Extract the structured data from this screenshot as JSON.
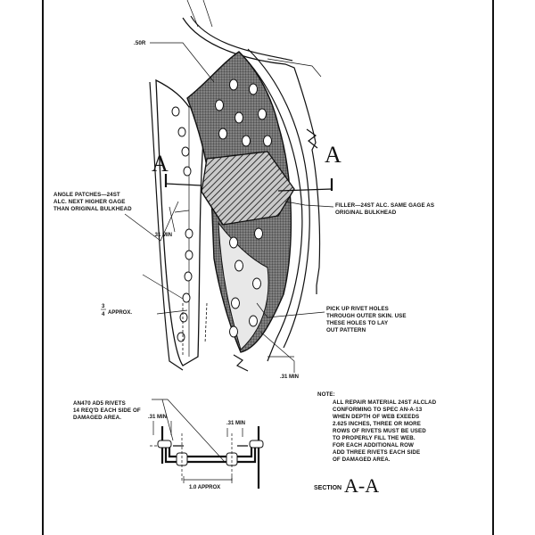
{
  "labels": {
    "radius": ".50R",
    "section_mark_left": "A",
    "section_mark_right": "A",
    "angle_patches": [
      "ANGLE PATCHES—24ST",
      "ALC. NEXT HIGHER GAGE",
      "THAN ORIGINAL BULKHEAD"
    ],
    "filler": [
      "FILLER—24ST ALC. SAME GAGE AS",
      "ORIGINAL BULKHEAD"
    ],
    "dim_31_min_left": ".31 MIN",
    "dim_34_approx": "APPROX.",
    "dim_34_frac_num": "3",
    "dim_34_frac_den": "4",
    "pickup": [
      "PICK UP RIVET HOLES",
      "THROUGH OUTER SKIN. USE",
      "THESE HOLES TO LAY",
      "OUT PATTERN"
    ],
    "dim_31_min_bottom": ".31 MIN",
    "rivets": [
      "AN470 AD5 RIVETS",
      "14 REQ'D EACH SIDE OF",
      "DAMAGED AREA."
    ],
    "section_31_min_top": ".31 MIN",
    "section_31_min_right": ".31 MIN",
    "section_1_0_approx": "1.0 APPROX",
    "note_title": "NOTE:",
    "note_lines": [
      "ALL REPAIR MATERIAL 24ST ALCLAD",
      "CONFORMING TO SPEC AN-A-13",
      "WHEN DEPTH OF WEB EXEEDS",
      "2.625 INCHES, THREE OR MORE",
      "ROWS OF RIVETS MUST BE USED",
      "TO PROPERLY FILL THE WEB.",
      "FOR EACH ADDITIONAL ROW",
      "ADD THREE RIVETS EACH SIDE",
      "OF DAMAGED AREA."
    ],
    "section_word": "SECTION",
    "section_letters": "A-A"
  }
}
